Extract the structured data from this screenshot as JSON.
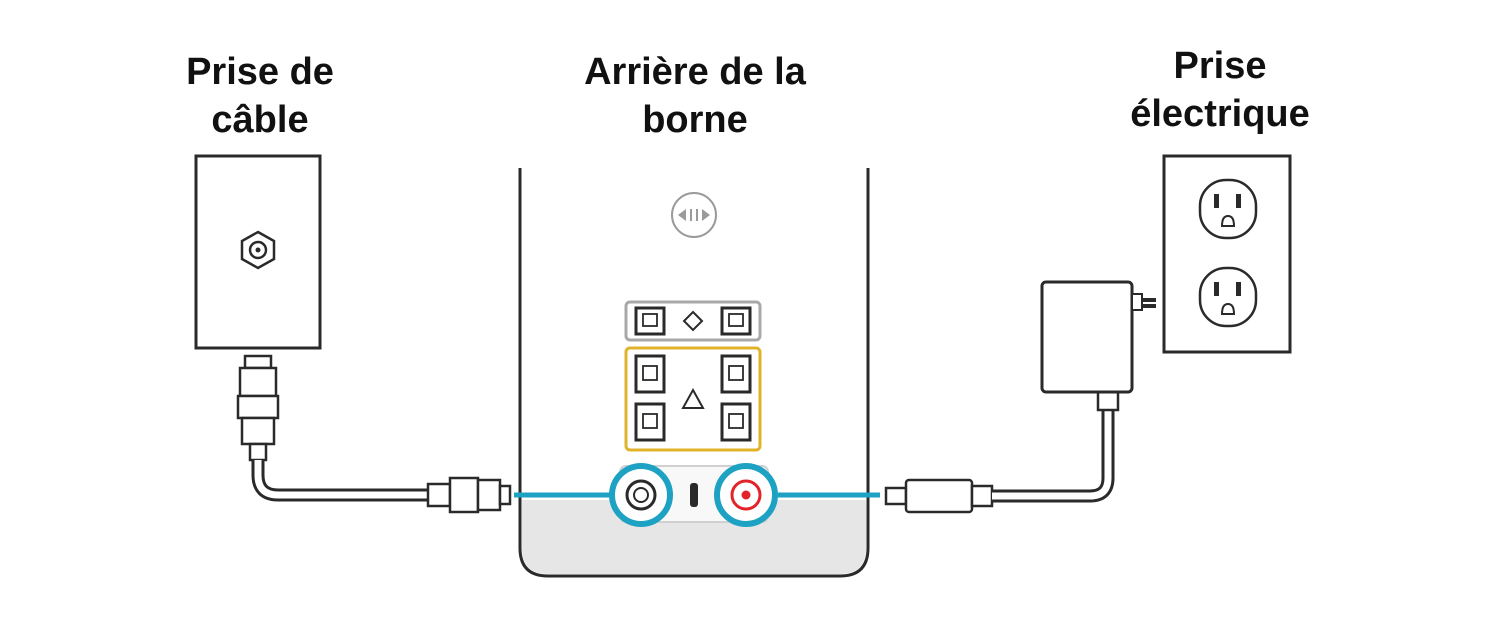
{
  "labels": {
    "cable_outlet": [
      "Prise de",
      "câble"
    ],
    "station_back": [
      "Arrière de la",
      "borne"
    ],
    "power_outlet": [
      "Prise",
      "électrique"
    ]
  },
  "colors": {
    "coax_cable": "#1ea2c3",
    "lan_port_group": "#e0b32a",
    "power_port": "#e2242a",
    "outline": "#2a2a2a",
    "station_base": "#e6e6e6"
  },
  "icons": {
    "station_logo": "pairing-arrows-icon",
    "wan_port_symbol": "diamond-icon",
    "lan_port_symbol": "triangle-icon"
  }
}
